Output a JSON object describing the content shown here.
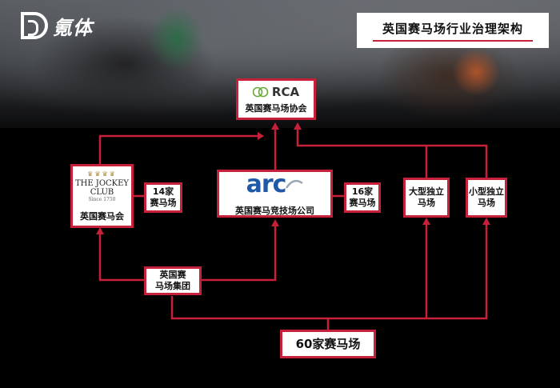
{
  "brand": {
    "logo_text": "氪体"
  },
  "title": "英国赛马场行业治理架构",
  "colors": {
    "accent": "#c7203a",
    "arc_blue": "#1e5aa8",
    "rca_green": "#6aa83a"
  },
  "nodes": {
    "rca": {
      "logo_text": "RCA",
      "label": "英国赛马场协会"
    },
    "jockey_club": {
      "logo_name": "THE JOCKEY CLUB",
      "logo_since": "Since 1750",
      "label": "英国赛马会"
    },
    "jc_count": {
      "label": "14家\n赛马场"
    },
    "arc": {
      "logo_text": "arc",
      "label": "英国赛马竞技场公司"
    },
    "arc_count": {
      "label": "16家\n赛马场"
    },
    "large_independent": {
      "label": "大型独立\n马场"
    },
    "small_independent": {
      "label": "小型独立\n马场"
    },
    "group": {
      "label": "英国赛\n马场集团"
    },
    "all_racecourses": {
      "label": "60家赛马场"
    }
  }
}
